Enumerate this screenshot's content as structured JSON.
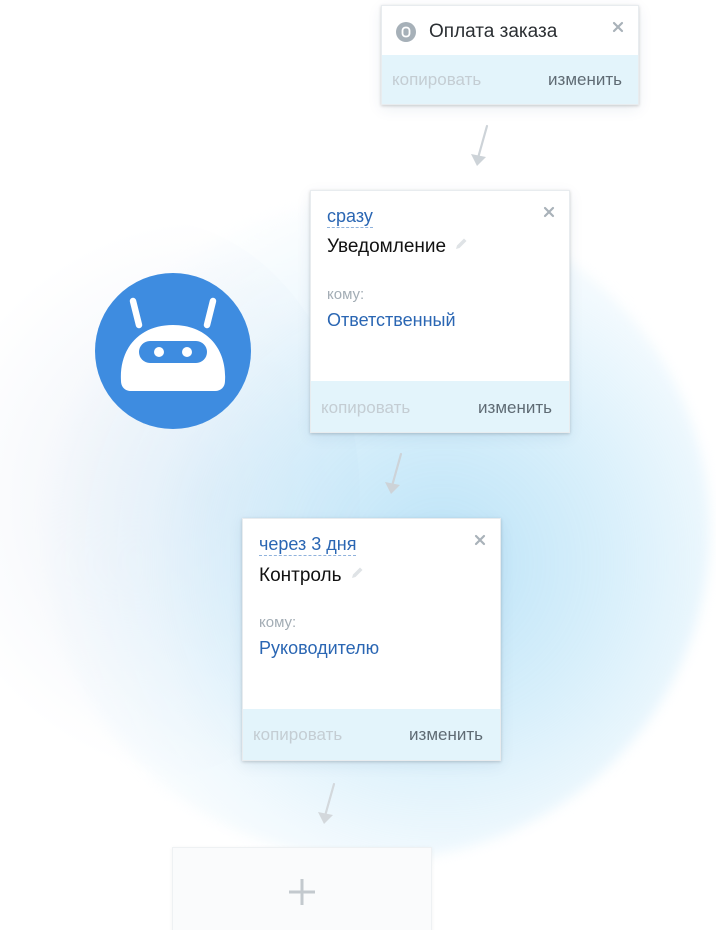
{
  "trigger": {
    "title": "Оплата заказа",
    "copy_label": "копировать",
    "edit_label": "изменить"
  },
  "steps": [
    {
      "timing": "сразу",
      "action": "Уведомление",
      "to_label": "кому:",
      "to_value": "Ответственный",
      "copy_label": "копировать",
      "edit_label": "изменить"
    },
    {
      "timing": "через 3 дня",
      "action": "Контроль",
      "to_label": "кому:",
      "to_value": "Руководителю",
      "copy_label": "копировать",
      "edit_label": "изменить"
    }
  ],
  "add_step": {
    "icon": "plus-icon",
    "label": "+"
  },
  "icons": {
    "robot": "robot-icon",
    "trigger": "trigger-circle-icon",
    "close": "close-icon",
    "edit": "pencil-icon",
    "arrow": "arrow-down-icon"
  },
  "colors": {
    "link_blue": "#2a66b3",
    "robot_blue": "#3e8ce0",
    "footer_bg": "#e3f4fb",
    "muted_text": "#c4cdd3",
    "edit_text": "#5f6b74"
  }
}
